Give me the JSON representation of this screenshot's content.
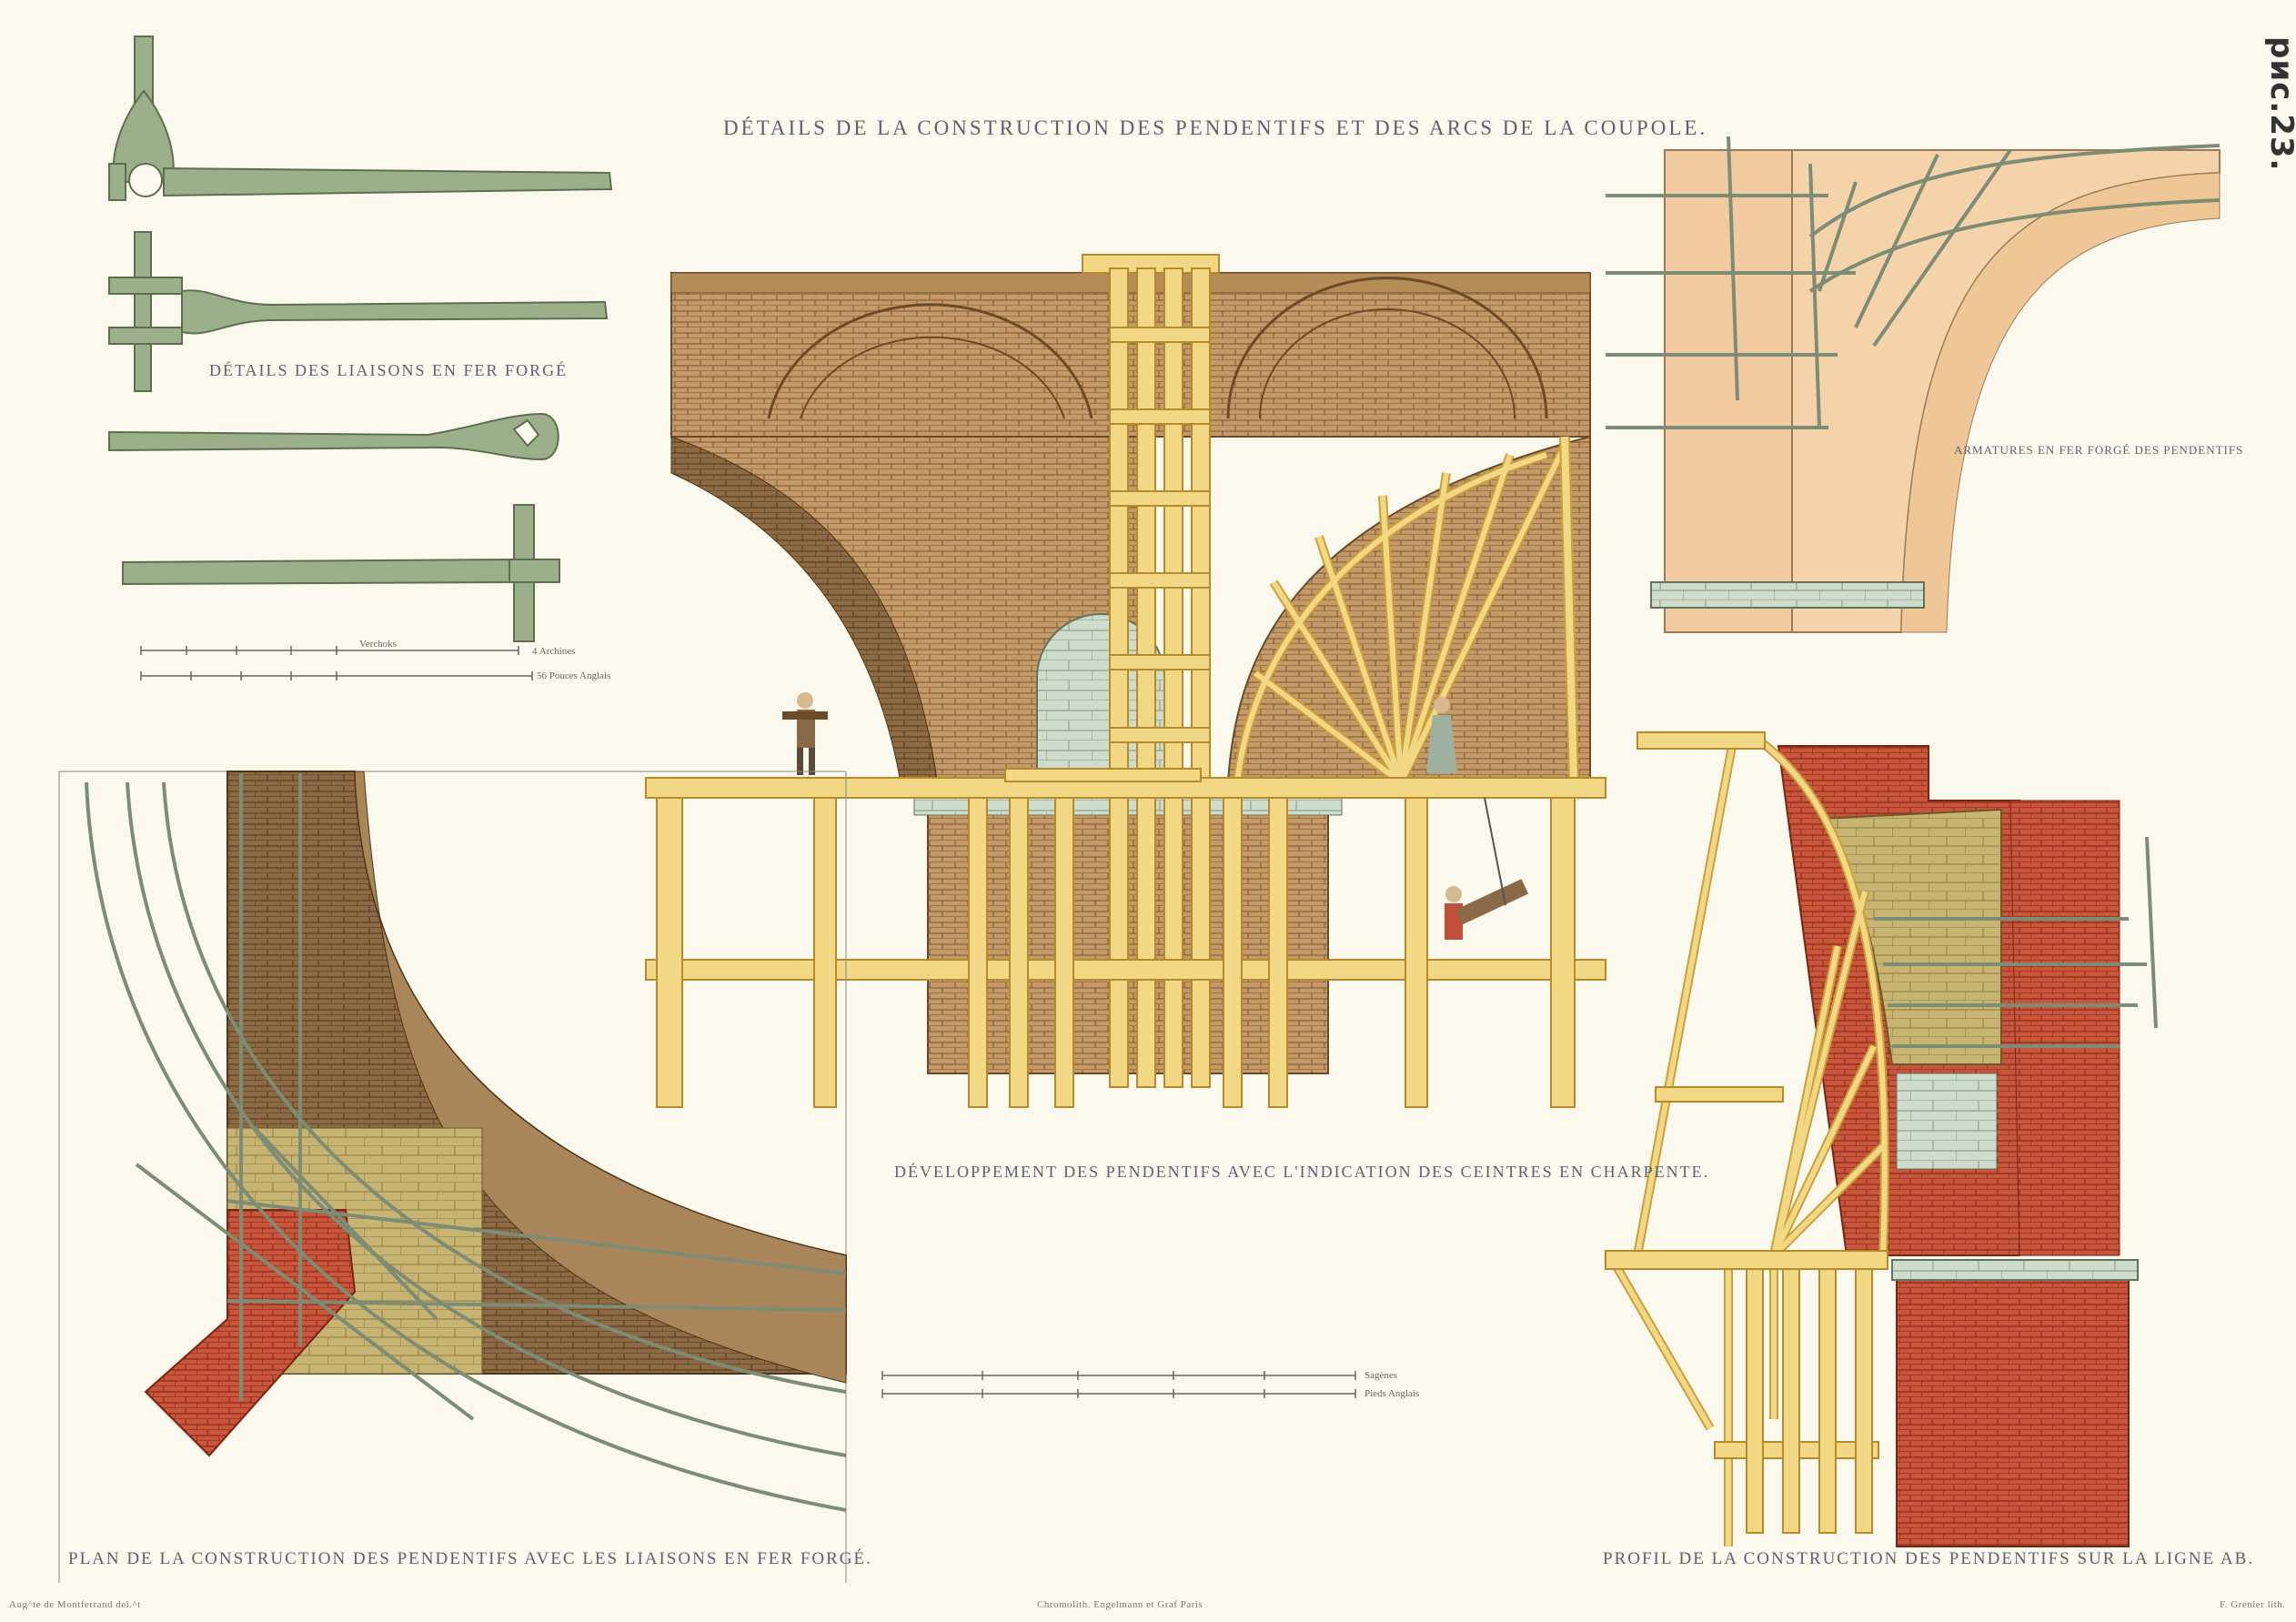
{
  "plate": {
    "title": "DÉTAILS DE LA CONSTRUCTION DES PENDENTIFS ET DES ARCS DE LA COUPOLE.",
    "figure_label": "рис.23.",
    "captions": {
      "liaisons": "DÉTAILS DES LIAISONS EN FER FORGÉ",
      "armatures": "ARMATURES EN FER FORGÉ DES PENDENTIFS",
      "developpement": "DÉVELOPPEMENT DES PENDENTIFS AVEC L'INDICATION DES CEINTRES EN CHARPENTE.",
      "plan": "PLAN DE LA CONSTRUCTION DES PENDENTIFS AVEC LES LIAISONS EN FER FORGÉ.",
      "profil": "PROFIL DE LA CONSTRUCTION DES PENDENTIFS SUR LA LIGNE AB."
    },
    "scales": {
      "top": {
        "unit1": "Verchoks",
        "unit2": "4 Archines",
        "unit3": "56 Pouces Anglais"
      },
      "center": {
        "unit1": "Sagènes",
        "unit2": "Pieds Anglais"
      }
    },
    "credits": {
      "left": "Aug^te de Montferrand del.^t",
      "center": "Chromolith. Engelmann et Graf Paris",
      "right": "F. Grenier lith."
    }
  },
  "colors": {
    "paper": "#fbf8ee",
    "iron": "#9bb08a",
    "timber": "#f0d27a",
    "brick": "#b98a56",
    "red_brick": "#c9553a",
    "stone": "#c9d8c5"
  }
}
